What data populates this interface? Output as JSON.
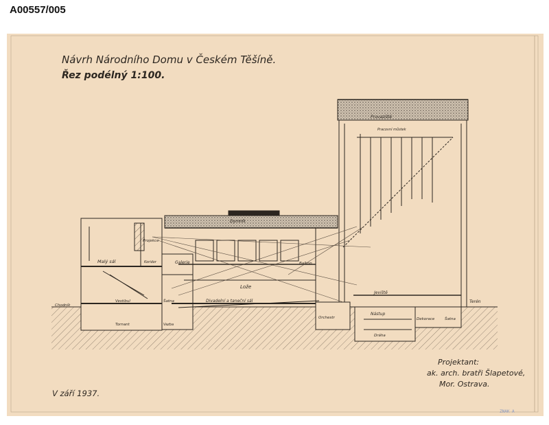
{
  "archive_id": "A00557/005",
  "title": {
    "line1": "Návrh Národního Domu v Českém Těšíně.",
    "line2": "Řez podélný 1:100."
  },
  "labels": {
    "provaziste": "Provaziště",
    "pracovni_mustek": "Pracovní můstek",
    "dymnik": "Dymník",
    "projekce": "Projekce",
    "maly_sal": "Malý sál",
    "koridor": "Koridor",
    "galerie": "Galerie",
    "balkon": "Balkon",
    "loze": "Lože",
    "chodnik": "Chodník",
    "vestibul": "Vestibul",
    "satna_1": "Šatna",
    "divadelni_sal": "Divadelní a taneční sál",
    "jeviste": "Jeviště",
    "terren": "Terén",
    "orchestr": "Orchestr",
    "nastup": "Nástup",
    "draha": "Dráha",
    "dekorace": "Dekorace",
    "satna_2": "Šatna",
    "tornant": "Tornant",
    "vazba": "Vazba"
  },
  "date_note": "V září 1937.",
  "designer": {
    "line1": "Projektant:",
    "line2": "ak. arch. bratři Šlapetové,",
    "line3": "Mor. Ostrava."
  },
  "stamp": "ZNAK A"
}
